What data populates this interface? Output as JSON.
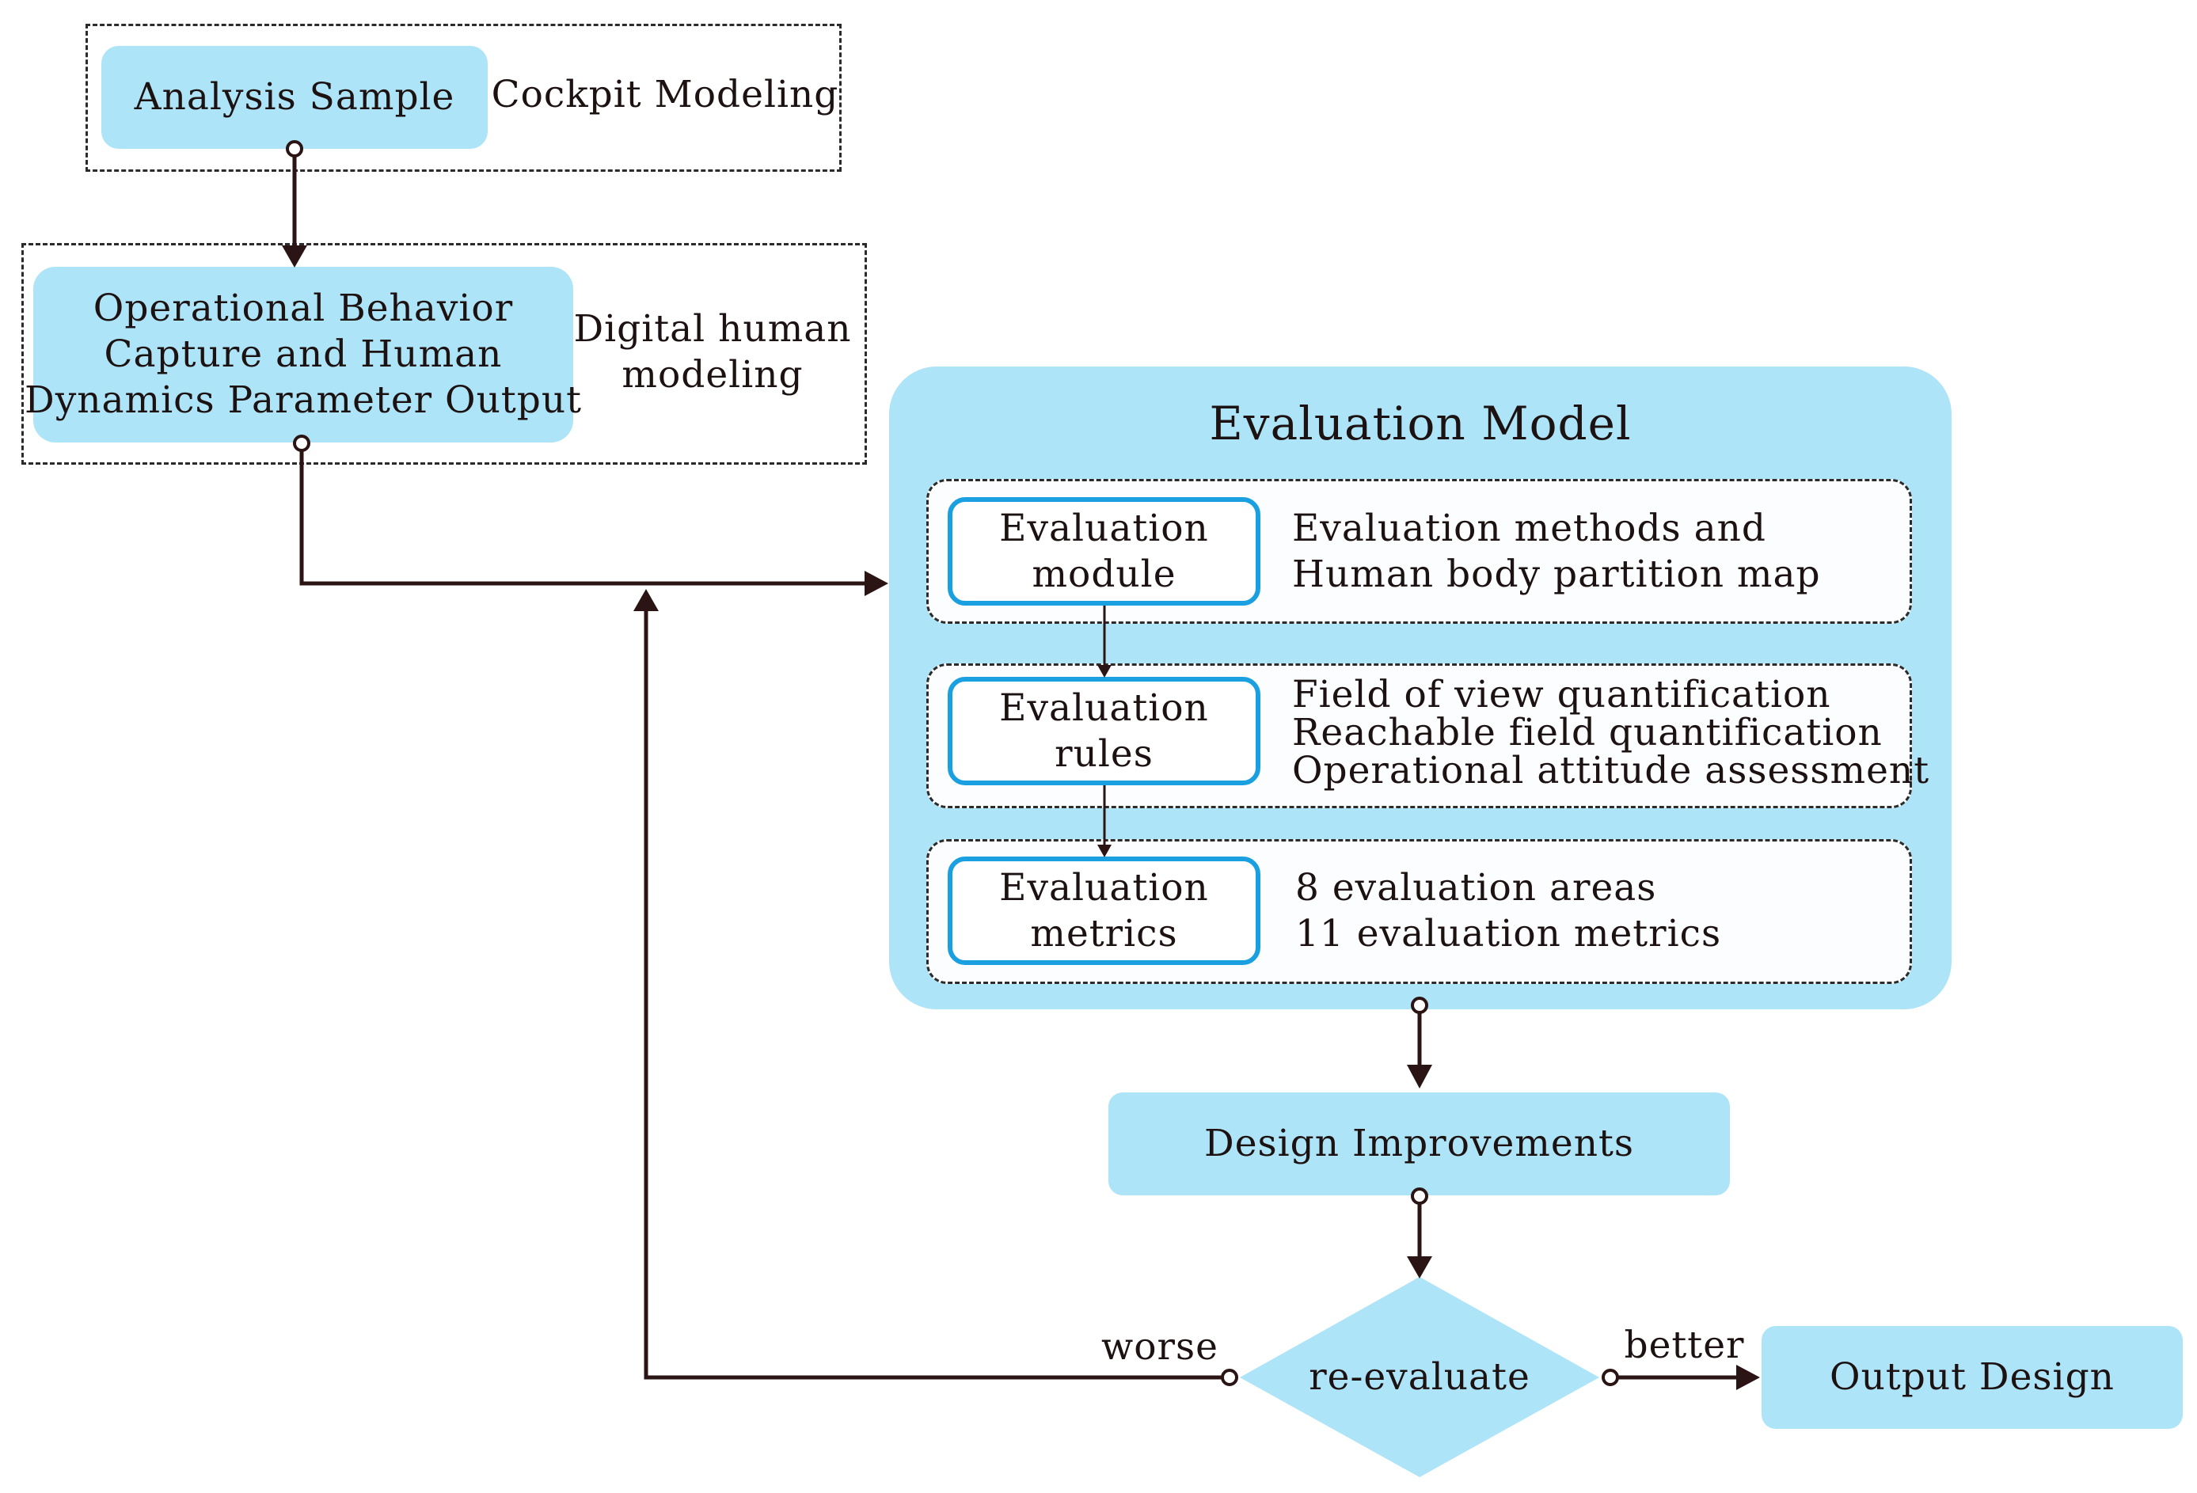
{
  "input_group": {
    "sample": "Analysis Sample",
    "label": "Cockpit Modeling"
  },
  "capture_group": {
    "box_line1": "Operational Behavior",
    "box_line2": "Capture and Human",
    "box_line3": "Dynamics Parameter Output",
    "label_line1": "Digital human",
    "label_line2": "modeling"
  },
  "evaluation_model": {
    "title": "Evaluation Model",
    "module": {
      "line1": "Evaluation",
      "line2": "module",
      "desc": [
        "Evaluation methods and",
        "Human body partition map"
      ]
    },
    "rules": {
      "line1": "Evaluation",
      "line2": "rules",
      "desc": [
        "Field of view quantification",
        "Reachable field quantification",
        "Operational attitude assessment"
      ]
    },
    "metrics": {
      "line1": "Evaluation",
      "line2": "metrics",
      "desc": [
        "8 evaluation areas",
        "11 evaluation metrics"
      ]
    }
  },
  "design_improvements": "Design Improvements",
  "decision": {
    "label": "re-evaluate",
    "worse": "worse",
    "better": "better"
  },
  "output_design": "Output Design",
  "colors": {
    "box_fill": "#aee4f7",
    "box_outline": "#1aa0e0",
    "arrow": "#2a1414"
  }
}
